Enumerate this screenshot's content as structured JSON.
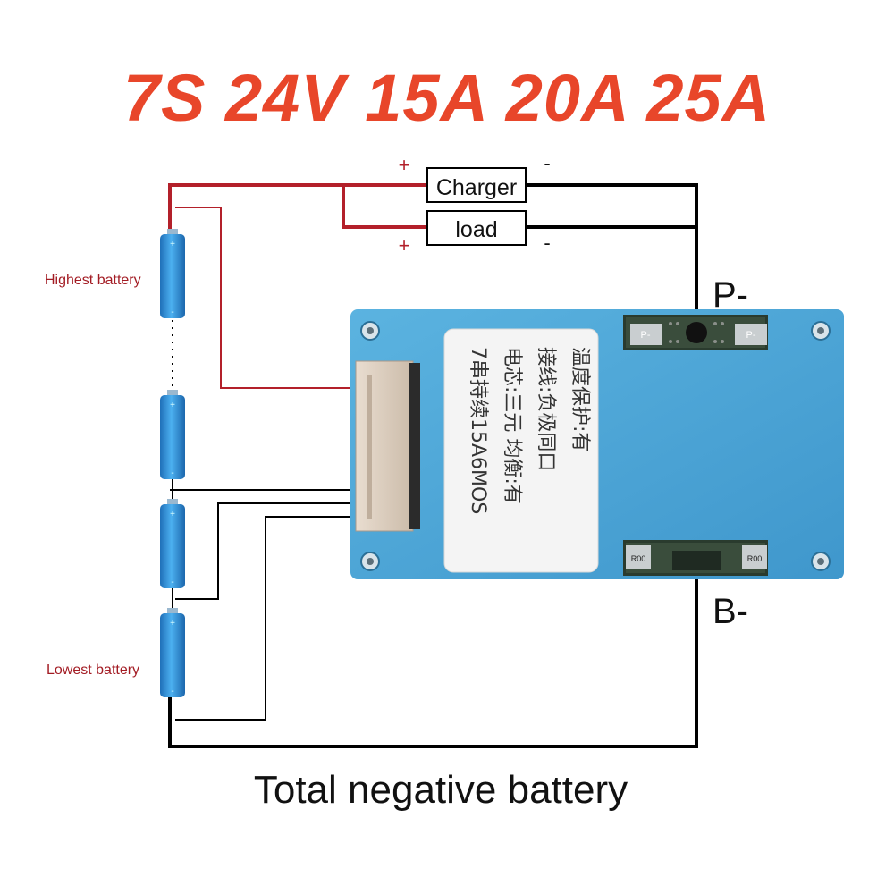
{
  "title": "7S 24V 15A 20A 25A",
  "labels": {
    "charger": "Charger",
    "load": "load",
    "plus_top": "+",
    "minus_top": "-",
    "plus_bottom": "+",
    "minus_bottom": "-",
    "p_minus": "P-",
    "b_minus": "B-",
    "highest_battery": "Highest battery",
    "lowest_battery": "Lowest battery",
    "total_negative": "Total negative battery"
  },
  "sticker": {
    "col1": "7串持续15A6MOS",
    "col2": "电芯:三元 均衡:有",
    "col3": "接线:负极同口",
    "col4": "温度保护:有"
  },
  "pcb": {
    "pad_p_left": "P-",
    "pad_p_right": "P-",
    "res_left": "R00",
    "res_right": "R00"
  },
  "colors": {
    "title_red": "#e8462a",
    "wire_red": "#b3202a",
    "wire_black": "#000000",
    "label_dark_red": "#a31c24",
    "board_blue": "#4aa6d6",
    "cell_blue": "#2f8fd8",
    "sticker_bg": "#f4f4f4"
  }
}
